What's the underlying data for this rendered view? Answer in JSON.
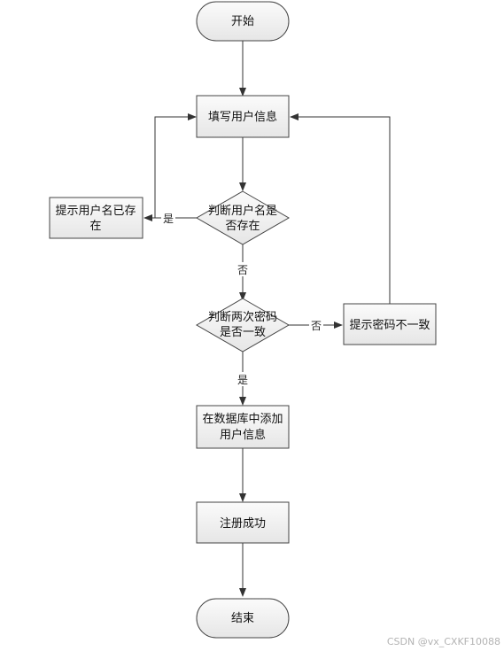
{
  "nodes": {
    "start": "开始",
    "fill_info": "填写用户信息",
    "check_username": [
      "判断用户名是",
      "否存在"
    ],
    "username_exists": [
      "提示用户名已存",
      "在"
    ],
    "check_password": [
      "判断两次密码",
      "是否一致"
    ],
    "password_mismatch": "提示密码不一致",
    "add_to_db": [
      "在数据库中添加",
      "用户信息"
    ],
    "register_success": "注册成功",
    "end": "结束"
  },
  "edges": {
    "username_yes": "是",
    "username_no": "否",
    "password_no": "否",
    "password_yes": "是"
  },
  "watermark": "CSDN @vx_CXKF10088",
  "colors": {
    "box_fill": "#f2f2f2",
    "stroke": "#444444",
    "text": "#111111"
  }
}
